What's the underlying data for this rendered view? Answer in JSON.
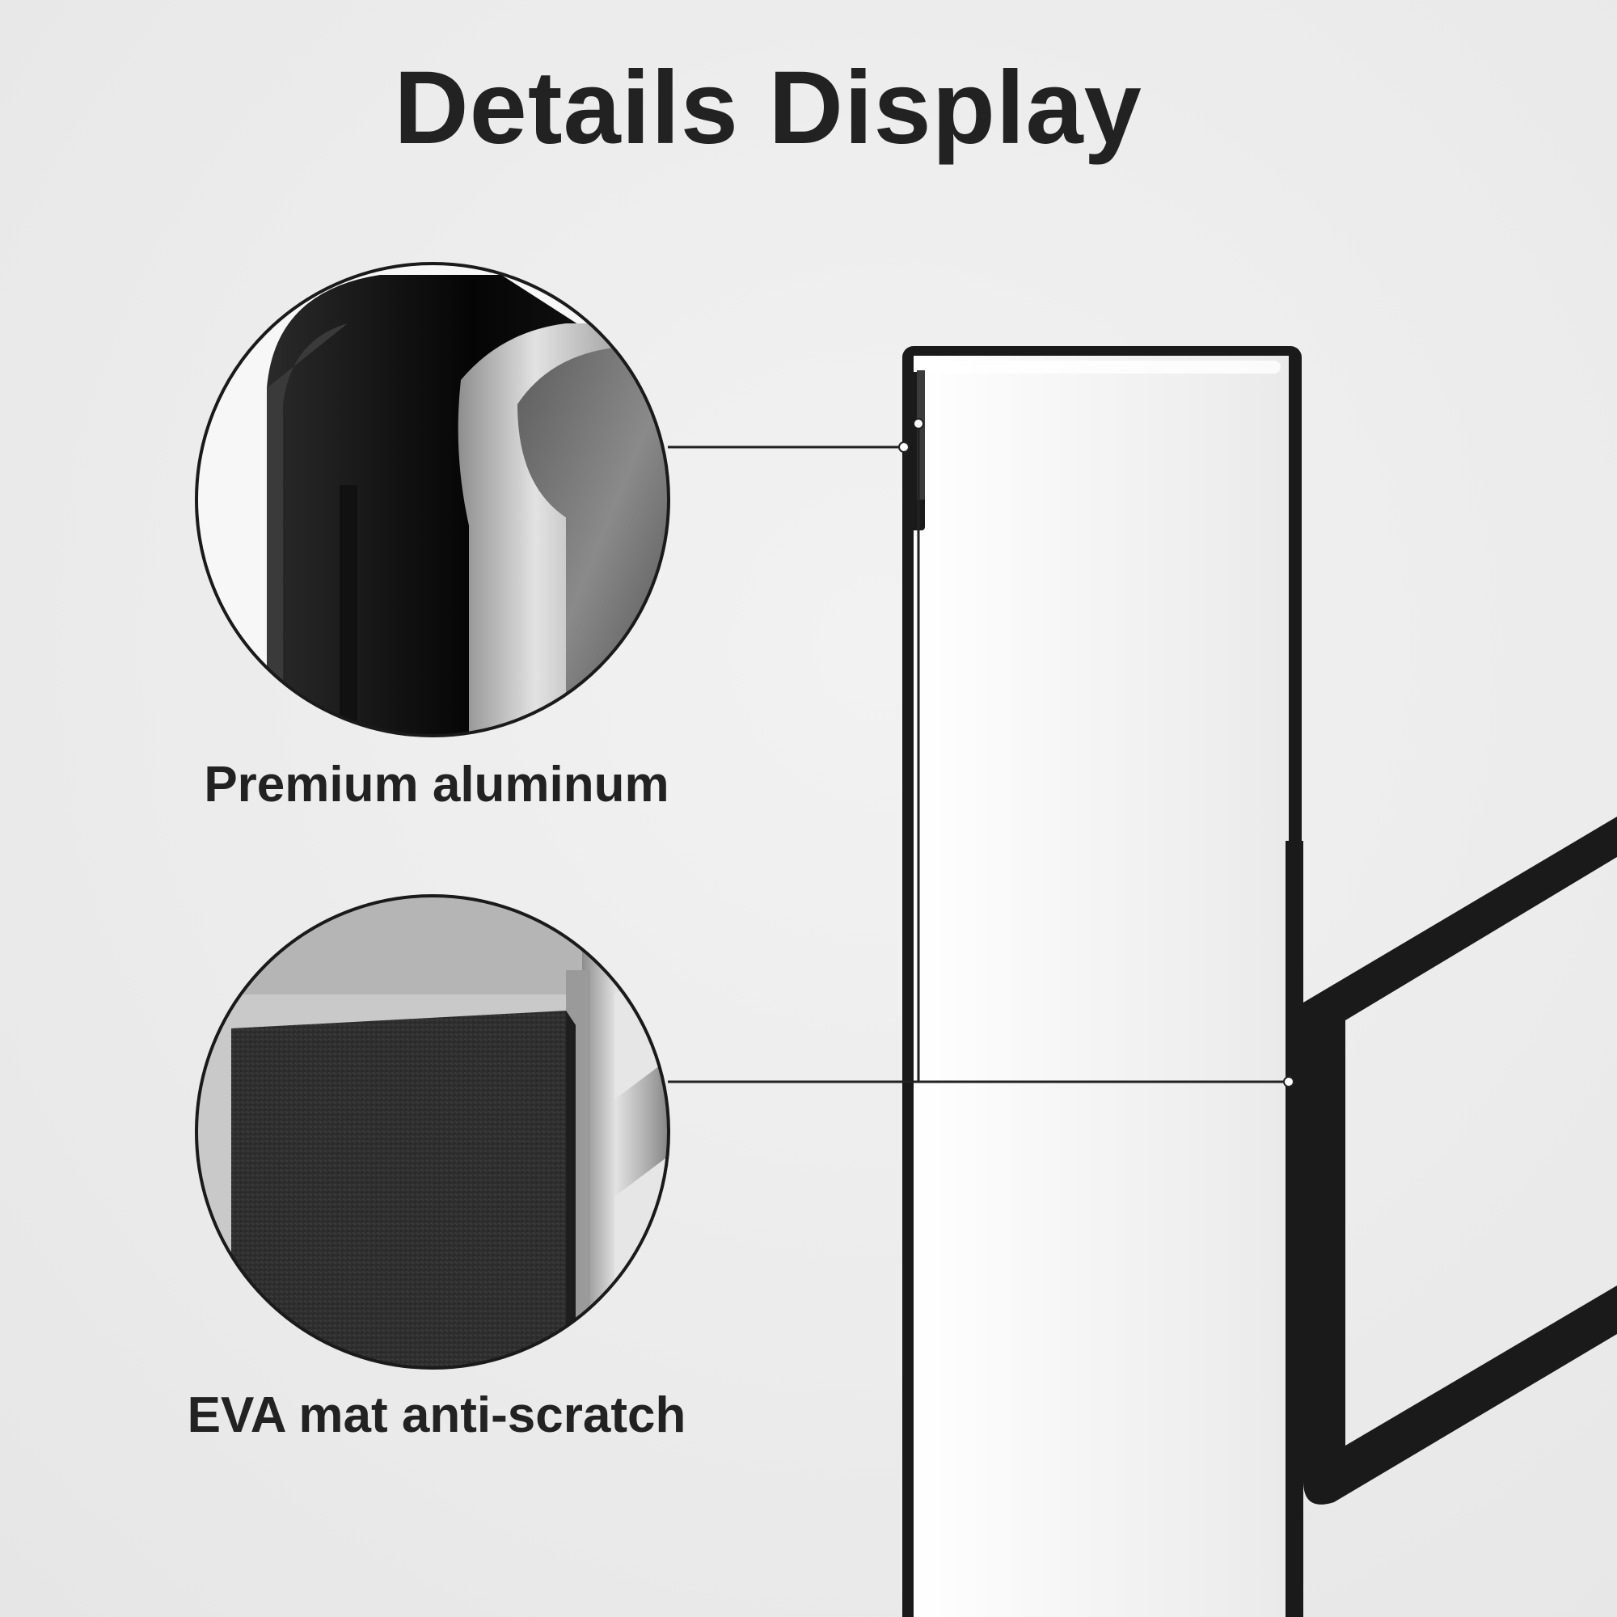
{
  "header": {
    "title": "Details Display"
  },
  "callouts": [
    {
      "label": "Premium aluminum",
      "icon": "aluminum-profile-closeup"
    },
    {
      "label": "EVA mat anti-scratch",
      "icon": "eva-foam-pad-closeup"
    }
  ],
  "colors": {
    "background": "#ececec",
    "text": "#222222",
    "frame": "#1a1a1a",
    "aluminum": "#b9b9b9",
    "eva": "#2f2f2f"
  }
}
